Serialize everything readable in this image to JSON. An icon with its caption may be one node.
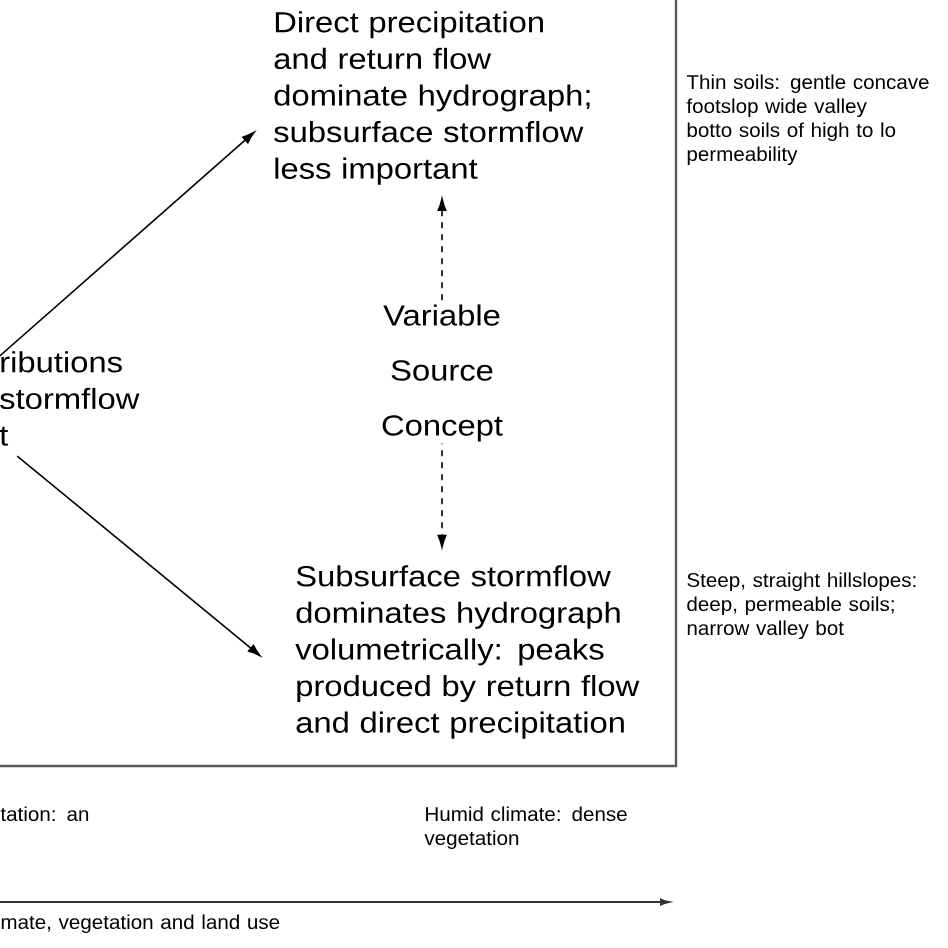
{
  "diagram": {
    "nodes": [
      {
        "text": [],
        "shape": "box"
      },
      {
        "text": [
          "ributions stormflow t"
        ],
        "in": 0
      },
      {
        "text": [
          "Direct precipitation and return flow dominate hydrograph; subsurface stormflow less important"
        ],
        "in": 0
      },
      {
        "text": [
          "Subsurface stormflow dominates hydrograph volumetrically: peaks produced by return flow and direct precipitation"
        ],
        "in": 0
      }
    ],
    "edges": [
      {
        "from": 1,
        "to": 2,
        "arrow": "to"
      },
      {
        "from": 1,
        "to": 3,
        "arrow": "to"
      },
      {
        "from": 2,
        "to": 3,
        "arrow": "both",
        "style": "dashed",
        "label": "Variable Source Concept"
      }
    ],
    "labels": [
      "Thin soils: gentle concave footslop wide valley botto soils of high to lo permeability",
      "Steep, straight hillslopes: deep, permeable soils; narrow valley bot",
      "tation: an",
      "Humid climate: dense vegetation",
      "mate, vegetation and land use"
    ]
  }
}
